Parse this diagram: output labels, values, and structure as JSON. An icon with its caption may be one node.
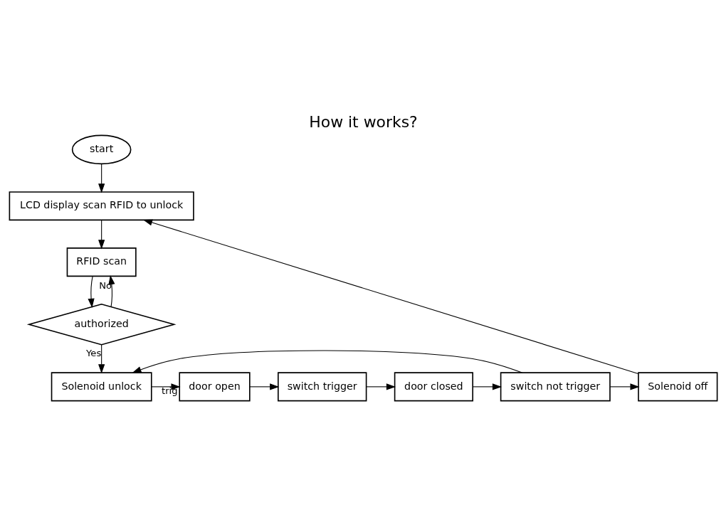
{
  "diagram": {
    "title": "How it works?",
    "nodes": [
      {
        "text": [
          "start"
        ]
      },
      {
        "text": [
          "LCD display scan RFID to unlock"
        ]
      },
      {
        "text": [
          "RFID scan"
        ]
      },
      {
        "text": [
          "authorized"
        ]
      },
      {
        "text": [
          "Solenoid unlock"
        ]
      },
      {
        "text": [
          "door open"
        ]
      },
      {
        "text": [
          "switch trigger"
        ]
      },
      {
        "text": [
          "door closed"
        ]
      },
      {
        "text": [
          "switch not trigger"
        ]
      },
      {
        "text": [
          "Solenoid off"
        ]
      }
    ],
    "edges": [
      {
        "from": 0,
        "to": 1,
        "arrow": "to"
      },
      {
        "from": 1,
        "to": 2,
        "arrow": "to"
      },
      {
        "from": 2,
        "to": 3,
        "arrow": "to"
      },
      {
        "from": 3,
        "to": 2,
        "arrow": "to",
        "label": "No"
      },
      {
        "from": 3,
        "to": 4,
        "arrow": "to",
        "label": "Yes"
      },
      {
        "from": 4,
        "to": 5,
        "arrow": "to",
        "label": "trig"
      },
      {
        "from": 5,
        "to": 6,
        "arrow": "to"
      },
      {
        "from": 6,
        "to": 7,
        "arrow": "to"
      },
      {
        "from": 7,
        "to": 8,
        "arrow": "to"
      },
      {
        "from": 8,
        "to": 9,
        "arrow": "to"
      },
      {
        "from": 9,
        "to": 1,
        "arrow": "to"
      },
      {
        "from": 8,
        "to": 4,
        "arrow": "to"
      }
    ]
  }
}
